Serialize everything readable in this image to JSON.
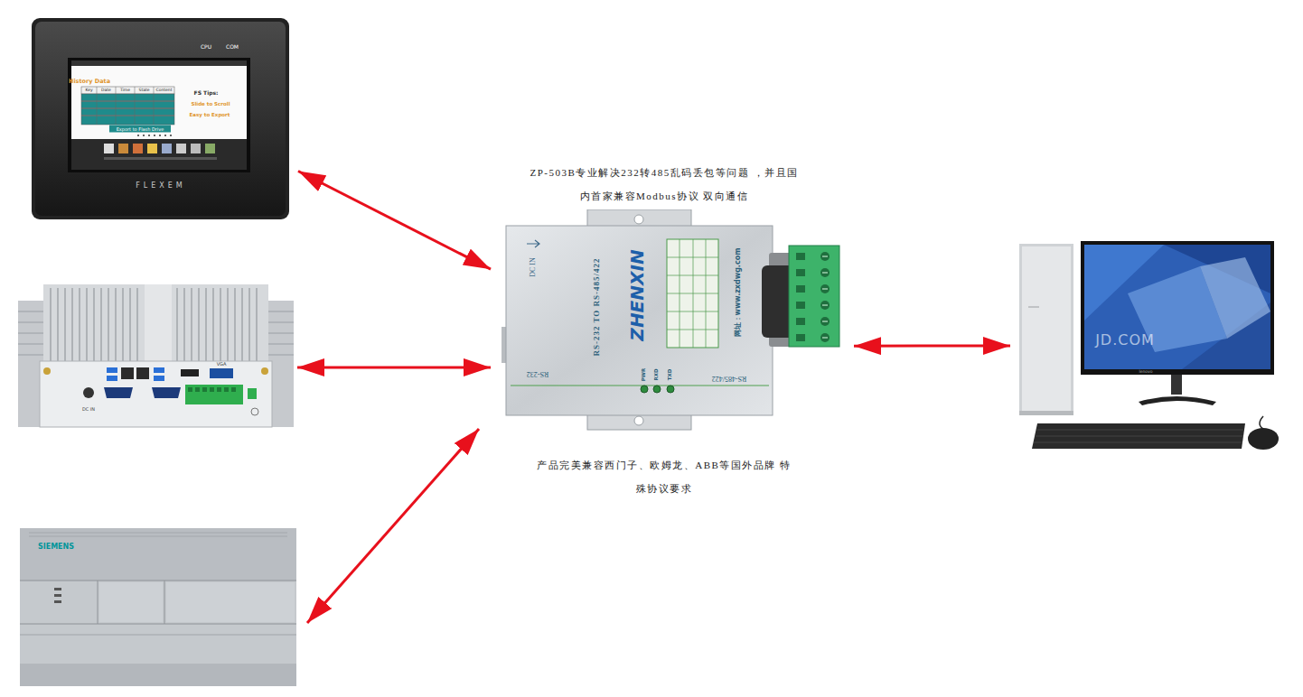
{
  "diagram": {
    "nodes": [
      {
        "text": [
          "CPU",
          "COM",
          "History Data",
          "Key",
          "Date",
          "Time",
          "State",
          "Content",
          "FS Tips:",
          "Slide to Scroll",
          "Easy to Export",
          "Export to Flash Drive",
          "FLEXEM"
        ]
      },
      {
        "text": [
          "VGA",
          "DC IN"
        ]
      },
      {
        "text": [
          "SIEMENS"
        ]
      },
      {
        "text": [
          "DC IN",
          "ZHENXIN",
          "RS-232 TO RS-485/422",
          "网址：www.zxdwg.com",
          "RS-232",
          "PWR",
          "RXD",
          "TXD",
          "RS-485/422"
        ]
      },
      {
        "text": [
          "lenovo"
        ]
      }
    ],
    "edges": [
      {
        "from": 0,
        "to": 3,
        "arrow": "both"
      },
      {
        "from": 1,
        "to": 3,
        "arrow": "both"
      },
      {
        "from": 2,
        "to": 3,
        "arrow": "both"
      },
      {
        "from": 3,
        "to": 4,
        "arrow": "both"
      }
    ],
    "labels": [
      "ZP-503B专业解决232转485乱码丢包等问题 ，并且国内首家兼容Modbus协议 双向通信",
      "产品完美兼容西门子、欧姆龙、ABB等国外品牌 特殊协议要求",
      "JD.COM"
    ]
  }
}
